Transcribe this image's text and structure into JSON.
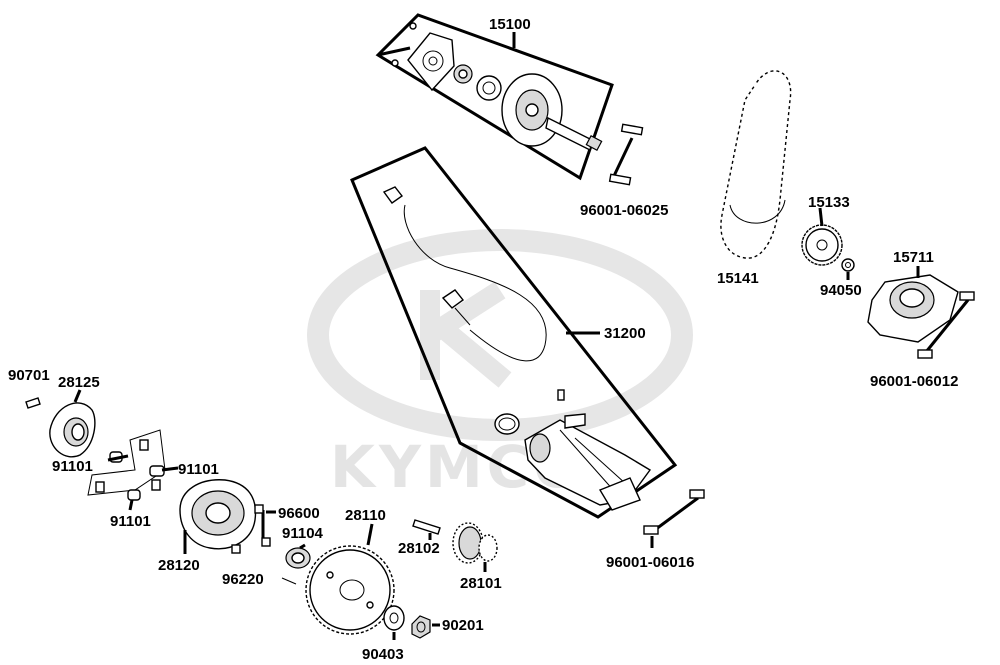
{
  "watermark": {
    "brand": "KYMCO"
  },
  "labels": {
    "p15100": "15100",
    "p96001_06025": "96001-06025",
    "p15133": "15133",
    "p15141": "15141",
    "p15711": "15711",
    "p94050": "94050",
    "p96001_06012": "96001-06012",
    "p31200": "31200",
    "p90701": "90701",
    "p28125": "28125",
    "p91101a": "91101",
    "p91101b": "91101",
    "p91101c": "91101",
    "p28120": "28120",
    "p96600": "96600",
    "p91104": "91104",
    "p28110": "28110",
    "p96220": "96220",
    "p28102": "28102",
    "p28101": "28101",
    "p90201": "90201",
    "p90403": "90403",
    "p96001_06016": "96001-06016"
  },
  "colors": {
    "line": "#000000",
    "watermark": "#e4e4e4",
    "background": "#ffffff"
  }
}
